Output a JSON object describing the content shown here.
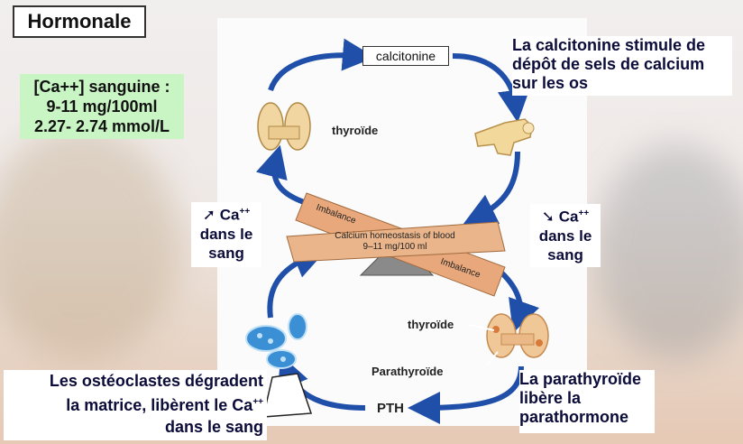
{
  "title": "Hormonale",
  "range": {
    "line1": "[Ca++] sanguine :",
    "line2": "9-11 mg/100ml",
    "line3": "2.27- 2.74 mmol/L"
  },
  "calcitonin_label": "calcitonine",
  "calcitonin_effect": {
    "line1": "La calcitonine stimule de",
    "line2": "dépôt de sels de calcium",
    "line3": "sur les os"
  },
  "thyroid_top": "thyroïde",
  "thyroid_bottom": "thyroïde",
  "parathyroid": "Parathyroïde",
  "pth": "PTH",
  "ca_up": {
    "ca": "Ca",
    "sup": "++",
    "line2": "dans le",
    "line3": "sang"
  },
  "ca_down": {
    "ca": "Ca",
    "sup": "++",
    "line2": "dans le",
    "line3": "sang"
  },
  "seesaw": {
    "imbalance_top": "Imbalance",
    "imbalance_bottom": "Imbalance",
    "center_line1": "Calcium homeostasis of blood",
    "center_line2": "9–11 mg/100 ml"
  },
  "osteoclast_text": {
    "line1": "Les ostéoclastes dégradent",
    "line2": "la matrice, libèrent le Ca",
    "sup": "++",
    "line3": "dans le sang"
  },
  "parathyroid_effect": {
    "line1": "La parathyroïde",
    "line2": "libère la",
    "line3": "parathormone"
  },
  "colors": {
    "arrow": "#1f4fa8",
    "beam": "#e9a87c",
    "range_bg": "#c8f5c3"
  }
}
